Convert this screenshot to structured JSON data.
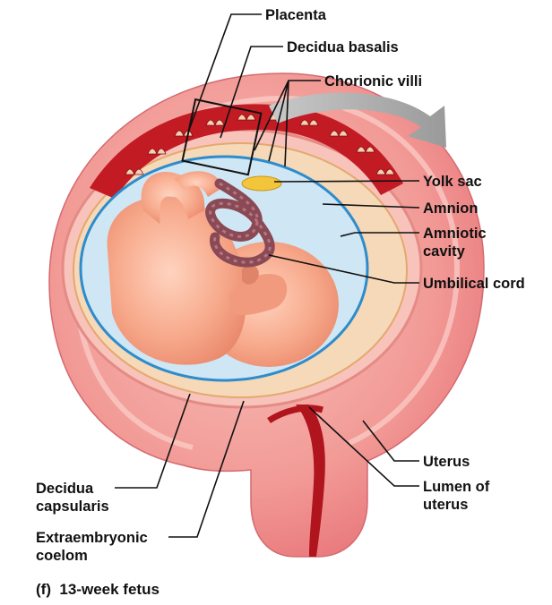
{
  "labels": {
    "placenta": "Placenta",
    "decidua_basalis": "Decidua basalis",
    "chorionic_villi": "Chorionic villi",
    "yolk_sac": "Yolk sac",
    "amnion": "Amnion",
    "amniotic_cavity": [
      "Amniotic",
      "cavity"
    ],
    "umbilical_cord": "Umbilical cord",
    "uterus": "Uterus",
    "lumen_of_uterus": [
      "Lumen of",
      "uterus"
    ],
    "decidua_capsularis": [
      "Decidua",
      "capsularis"
    ],
    "extraembryonic_coelom": [
      "Extraembryonic",
      "coelom"
    ]
  },
  "caption": "(f)  13-week fetus",
  "colors": {
    "uterus_wall": "#ee8c8c",
    "uterus_wall_light": "#f7b5b0",
    "lumen": "#b0141c",
    "placenta": "#c21b24",
    "amniotic_fluid": "#cfe6f5",
    "amnion_line": "#2e8ccb",
    "yolk_sac": "#f3c53a",
    "fetus": "#f6a98a",
    "cord": "#8a4a55",
    "arrow": "#a8a8a8"
  }
}
